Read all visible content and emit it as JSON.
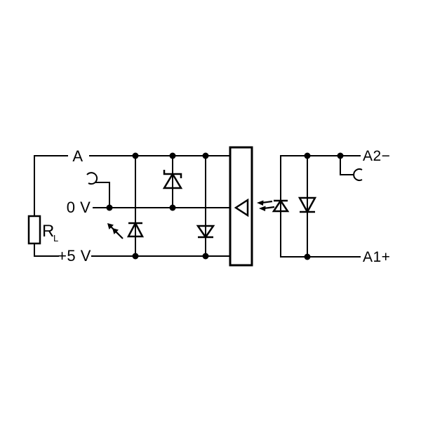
{
  "diagram": {
    "type": "circuit-schematic",
    "description": "Optocoupler interface module wiring schematic",
    "colors": {
      "stroke": "#000000",
      "background": "#ffffff"
    },
    "terminals": {
      "output_a": "A",
      "zero_volt": "0 V",
      "plus_five_volt": "+5 V",
      "a2_minus": "A2−",
      "a1_plus": "A1+"
    },
    "components": {
      "load_resistor": {
        "label": "R",
        "subscript": "L"
      },
      "zener_diode": "zener-diode",
      "status_led": "status-led",
      "freewheeling_diode": "freewheeling-diode",
      "isolation_amplifier": "isolation-amplifier",
      "optocoupler_led": "optocoupler-led",
      "reverse_polarity_diode": "reverse-polarity-diode",
      "tap_socket_left": "tap-socket",
      "tap_socket_right": "tap-socket"
    }
  }
}
